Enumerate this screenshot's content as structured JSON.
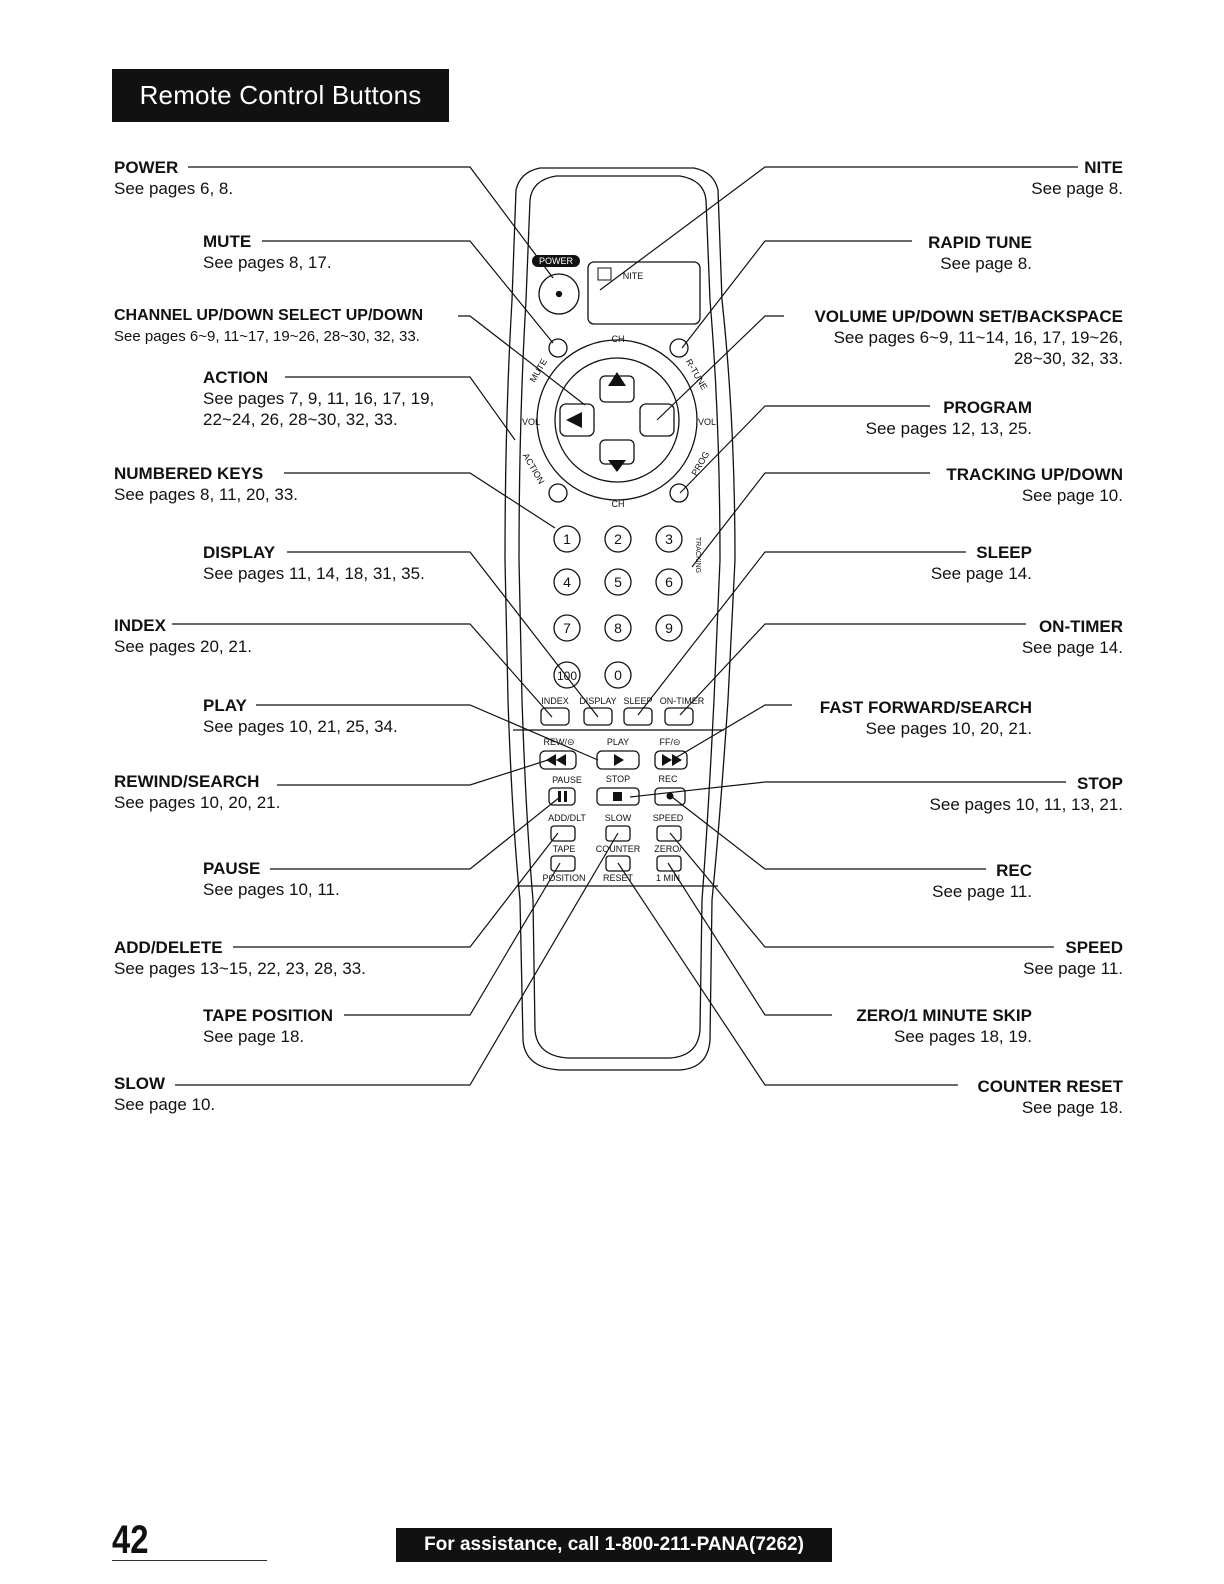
{
  "header": {
    "title": "Remote Control Buttons"
  },
  "labels_left": [
    {
      "key": "power",
      "name": "POWER",
      "ref": "See pages 6, 8."
    },
    {
      "key": "mute",
      "name": "MUTE",
      "ref": "See pages 8, 17."
    },
    {
      "key": "channel",
      "name": "CHANNEL UP/DOWN SELECT UP/DOWN",
      "ref": "See pages 6~9, 11~17, 19~26, 28~30, 32, 33."
    },
    {
      "key": "action",
      "name": "ACTION",
      "ref": "See pages  7, 9, 11, 16, 17, 19,",
      "ref2": "22~24, 26, 28~30, 32, 33."
    },
    {
      "key": "numbered",
      "name": "NUMBERED KEYS",
      "ref": "See pages 8, 11, 20, 33."
    },
    {
      "key": "display",
      "name": "DISPLAY",
      "ref": "See pages 11, 14, 18, 31, 35."
    },
    {
      "key": "index",
      "name": "INDEX",
      "ref": "See pages 20, 21."
    },
    {
      "key": "play",
      "name": "PLAY",
      "ref": "See pages 10, 21, 25, 34."
    },
    {
      "key": "rewind",
      "name": "REWIND/SEARCH",
      "ref": "See pages 10, 20, 21."
    },
    {
      "key": "pause",
      "name": "PAUSE",
      "ref": "See pages 10, 11."
    },
    {
      "key": "adddelete",
      "name": "ADD/DELETE",
      "ref": "See pages 13~15, 22, 23, 28, 33."
    },
    {
      "key": "tapeposition",
      "name": "TAPE POSITION",
      "ref": "See page 18."
    },
    {
      "key": "slow",
      "name": "SLOW",
      "ref": "See page 10."
    }
  ],
  "labels_right": [
    {
      "key": "nite",
      "name": "NITE",
      "ref": "See page 8."
    },
    {
      "key": "rapidtune",
      "name": "RAPID TUNE",
      "ref": "See page 8."
    },
    {
      "key": "volume",
      "name": "VOLUME UP/DOWN SET/BACKSPACE",
      "ref": "See pages 6~9, 11~14, 16, 17, 19~26,",
      "ref2": "28~30, 32, 33."
    },
    {
      "key": "program",
      "name": "PROGRAM",
      "ref": "See pages 12, 13, 25."
    },
    {
      "key": "tracking",
      "name": "TRACKING UP/DOWN",
      "ref": "See page 10."
    },
    {
      "key": "sleep",
      "name": "SLEEP",
      "ref": "See page 14."
    },
    {
      "key": "ontimer",
      "name": "ON-TIMER",
      "ref": "See page 14."
    },
    {
      "key": "ff",
      "name": "FAST FORWARD/SEARCH",
      "ref": "See pages 10, 20, 21."
    },
    {
      "key": "stop",
      "name": "STOP",
      "ref": "See pages 10, 11, 13, 21."
    },
    {
      "key": "rec",
      "name": "REC",
      "ref": "See page 11."
    },
    {
      "key": "speed",
      "name": "SPEED",
      "ref": "See page 11."
    },
    {
      "key": "zero",
      "name": "ZERO/1 MINUTE SKIP",
      "ref": "See pages 18, 19."
    },
    {
      "key": "counter",
      "name": "COUNTER RESET",
      "ref": "See page 18."
    }
  ],
  "remote": {
    "power": "POWER",
    "nite": "NITE",
    "ch": "CH",
    "vol": "VOL",
    "mute": "MUTE",
    "rtune": "R-TUNE",
    "action": "ACTION",
    "prog": "PROG",
    "tracking": "TRACKING",
    "digits": [
      "1",
      "2",
      "3",
      "4",
      "5",
      "6",
      "7",
      "8",
      "9",
      "100",
      "0"
    ],
    "row1": [
      "INDEX",
      "DISPLAY",
      "SLEEP",
      "ON-TIMER"
    ],
    "rew": "REW/⊝",
    "play": "PLAY",
    "ff": "FF/⊝",
    "pause": "PAUSE",
    "stop": "STOP",
    "rec": "REC",
    "adddlt": "ADD/DLT",
    "slow": "SLOW",
    "speed": "SPEED",
    "tape": "TAPE",
    "counter": "COUNTER",
    "zero": "ZERO/",
    "position": "POSITION",
    "reset": "RESET",
    "onemin": "1 MIN"
  },
  "footer": {
    "page_number": "42",
    "assistance": "For assistance, call 1-800-211-PANA(7262)"
  }
}
